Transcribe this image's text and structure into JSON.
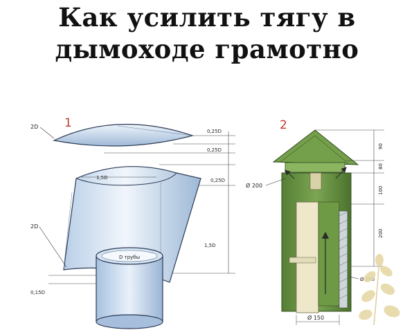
{
  "title": {
    "line1": "Как усилить тягу в",
    "line2": "дымоходе грамотно"
  },
  "figure1": {
    "number": "1",
    "labels": {
      "cap_width": "2D",
      "gap1": "0,25D",
      "gap2": "0,25D",
      "gap3": "0,25D",
      "shell_top": "1,5D",
      "shell_width": "2D",
      "shell_height": "1,5D",
      "bottom_gap": "0,15D",
      "pipe": "D трубы"
    }
  },
  "figure2": {
    "number": "2",
    "labels": {
      "dim_90": "90",
      "dim_80": "80",
      "dim_100": "100",
      "dim_200": "200",
      "diam_200": "Ø 200",
      "diam_260": "Ø 260",
      "diam_150": "Ø 150"
    }
  },
  "colors": {
    "metal_light": "#d8e6f5",
    "metal_mid": "#9fbad8",
    "outline": "#2b3a55",
    "green": "#5f8a3c",
    "green_dark": "#3f6426",
    "wood": "#efe7c9",
    "leaf": "#e6d9a6"
  }
}
